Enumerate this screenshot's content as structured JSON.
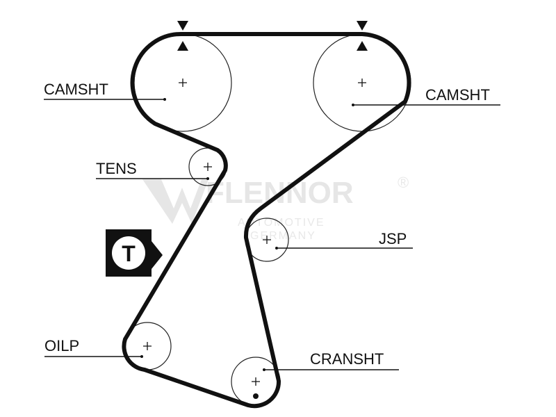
{
  "watermark": {
    "brand": "FLENNOR",
    "registered": "®",
    "line1": "AUTOMOTIVE",
    "line2": "GERMANY"
  },
  "badge": {
    "letter": "T"
  },
  "labels": {
    "camshaft_left": "CAMSHT",
    "camshaft_right": "CAMSHT",
    "tensioner": "TENS",
    "jsp": "JSP",
    "oil_pump": "OILP",
    "crankshaft": "CRANSHT"
  },
  "colors": {
    "ink": "#111111",
    "watermark": "#e6e6e6",
    "background": "#ffffff"
  }
}
